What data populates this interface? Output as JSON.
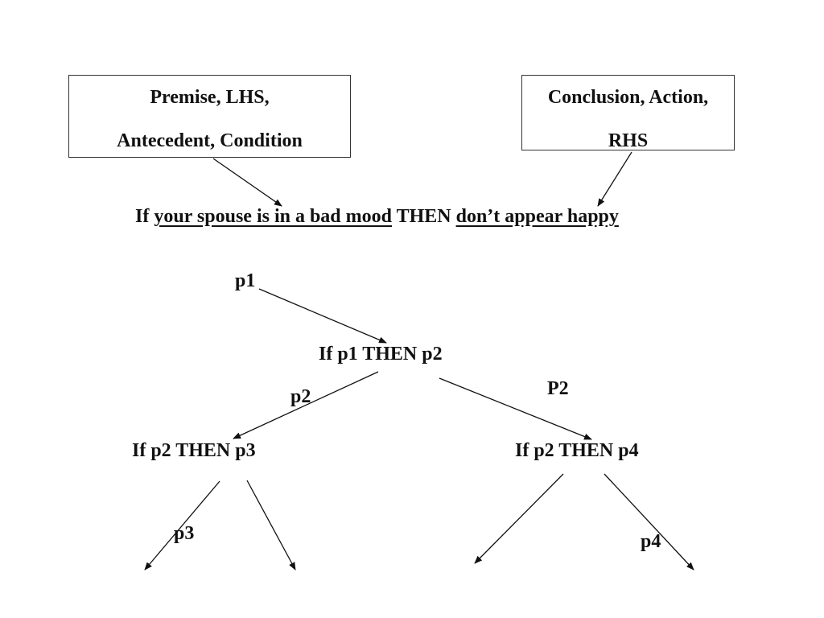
{
  "premise_box": {
    "line1": "Premise, LHS,",
    "line2": "Antecedent, Condition"
  },
  "conclusion_box": {
    "line1": "Conclusion,  Action,",
    "line2": "RHS"
  },
  "rule_sentence": {
    "if_word": "If",
    "condition": "your spouse is in a bad mood",
    "then_word": "THEN",
    "action": "don’t appear happy"
  },
  "tree": {
    "p1_label": "p1",
    "root_rule": "If p1 THEN p2",
    "left_edge_label": "p2",
    "right_edge_label": "P2",
    "left_rule": "If p2 THEN p3",
    "right_rule": "If p2 THEN p4",
    "p3_label": "p3",
    "p4_label": "p4"
  }
}
